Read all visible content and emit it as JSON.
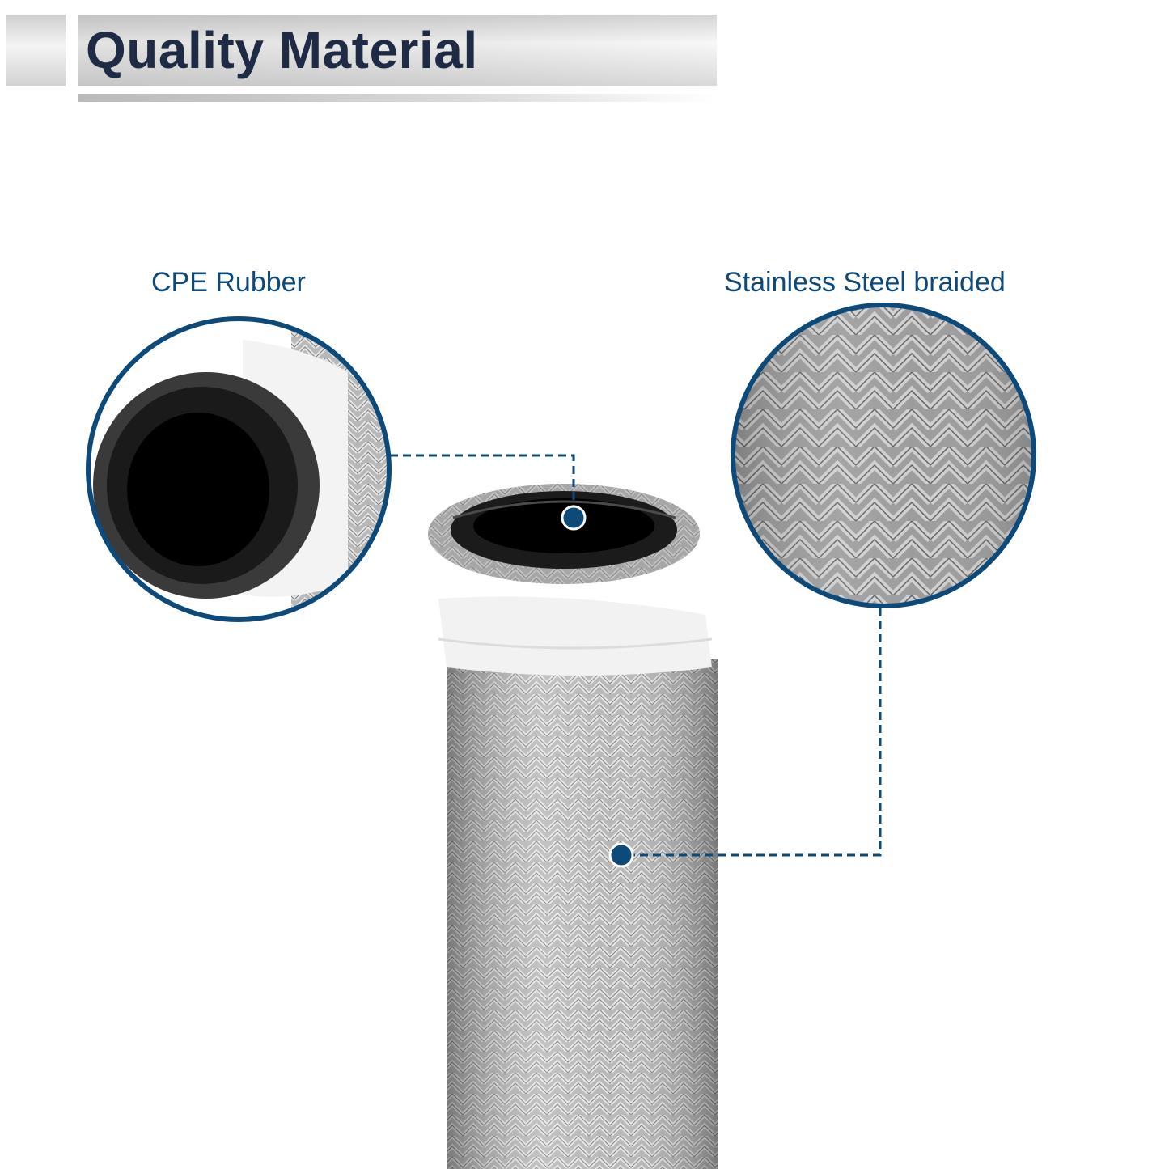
{
  "title": "Quality Material",
  "callouts": {
    "cpe_label": "CPE Rubber",
    "steel_label": "Stainless Steel braided"
  },
  "colors": {
    "accent": "#0d4a7a",
    "title": "#1f2a44",
    "steel": "#bdbdbd",
    "rubber": "#111111"
  }
}
